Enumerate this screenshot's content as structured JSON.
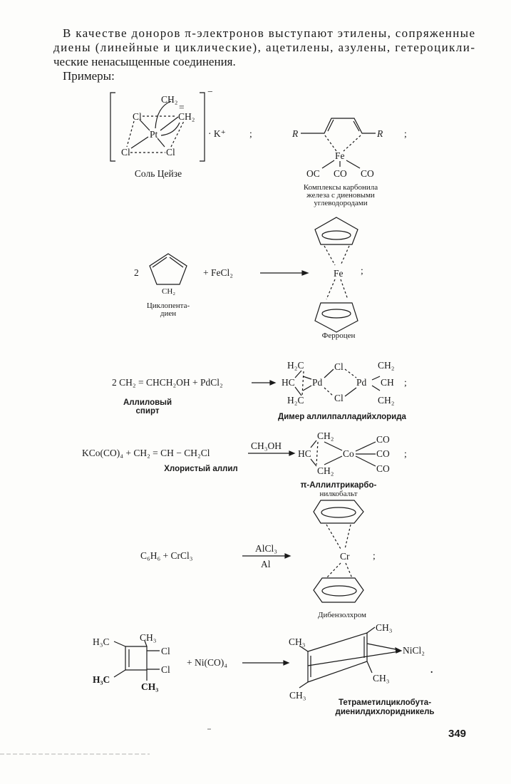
{
  "paragraph": {
    "lines": [
      "В качестве доноров π-электронов выступают этилены, сопряженные",
      "диены (линейные и циклические), ацетилены, азулены, гетероцикли-",
      "ческие ненасыщенные соединения."
    ],
    "examples_label": "Примеры:"
  },
  "zeise": {
    "atoms": {
      "ch2_top": "CH₂",
      "ch2_bottom": "CH₂",
      "cl1": "Cl",
      "pt": "Pt",
      "cl2": "Cl",
      "cl3": "Cl",
      "double": "=",
      "charge": "−"
    },
    "counterion": "· K⁺",
    "separator": ";",
    "caption": "Соль Цейзе"
  },
  "fe_diene": {
    "r_left": "R",
    "r_right": "R",
    "fe": "Fe",
    "co": [
      "OC",
      "CO",
      "CO"
    ],
    "separator": ";",
    "caption": [
      "Комплексы карбонила",
      "железа с диеновыми",
      "углеводородами"
    ]
  },
  "ferrocene": {
    "coef": "2",
    "ch2": "CH₂",
    "plus": "+ FeCl₂",
    "reactant_caption": [
      "Циклопента-",
      "диен"
    ],
    "fe": "Fe",
    "separator": ";",
    "caption": "Ферроцен"
  },
  "palladium": {
    "equation": "2 CH₂ = CHCH₂OH + PdCl₂",
    "reactant_caption": [
      "Аллиловый",
      "спирт"
    ],
    "atoms": {
      "h2c_top": "H₂C",
      "hc": "HC",
      "h2c_bottom": "H₂C",
      "pd1": "Pd",
      "cl_top": "Cl",
      "cl_bottom": "Cl",
      "pd2": "Pd",
      "ch2_top": "CH₂",
      "ch": "CH",
      "ch2_bottom": "CH₂"
    },
    "separator": ";",
    "caption": "Димер аллилпалладийхлорида"
  },
  "cobalt": {
    "equation": "KCo(CO)₄ + CH₂ = CH − CH₂Cl",
    "reagent": "CH₃OH",
    "reactant_caption": "Хлористый аллил",
    "atoms": {
      "ch2_top": "CH₂",
      "hc": "HC",
      "ch2_bottom": "CH₂",
      "co_metal": "Co"
    },
    "co": [
      "CO",
      "CO",
      "CO"
    ],
    "separator": ";",
    "caption": [
      "π-Аллилтрикарбо-",
      "нилкобальт"
    ]
  },
  "chromium": {
    "equation": "C₆H₆  +  CrCl₃",
    "reagent_top": "AlCl₃",
    "reagent_bottom": "Al",
    "cr": "Cr",
    "separator": ";",
    "caption": "Дибензолхром"
  },
  "nickel": {
    "reactant": {
      "h3c_top": "H₃C",
      "h3c_bottom": "H₃C",
      "ch3_top": "CH₃",
      "ch3_bottom": "CH₃",
      "cl1": "Cl",
      "cl2": "Cl"
    },
    "plus": "+ Ni(CO)₄",
    "product": {
      "ch3_a": "CH₃",
      "ch3_b": "CH₃",
      "ch3_c": "CH₃",
      "ch3_d": "CH₃",
      "nicl2": "NiCl₂"
    },
    "separator": ".",
    "caption": [
      "Тетраметилциклобута-",
      "диенилдихлоридникель"
    ]
  },
  "page_number": "349"
}
